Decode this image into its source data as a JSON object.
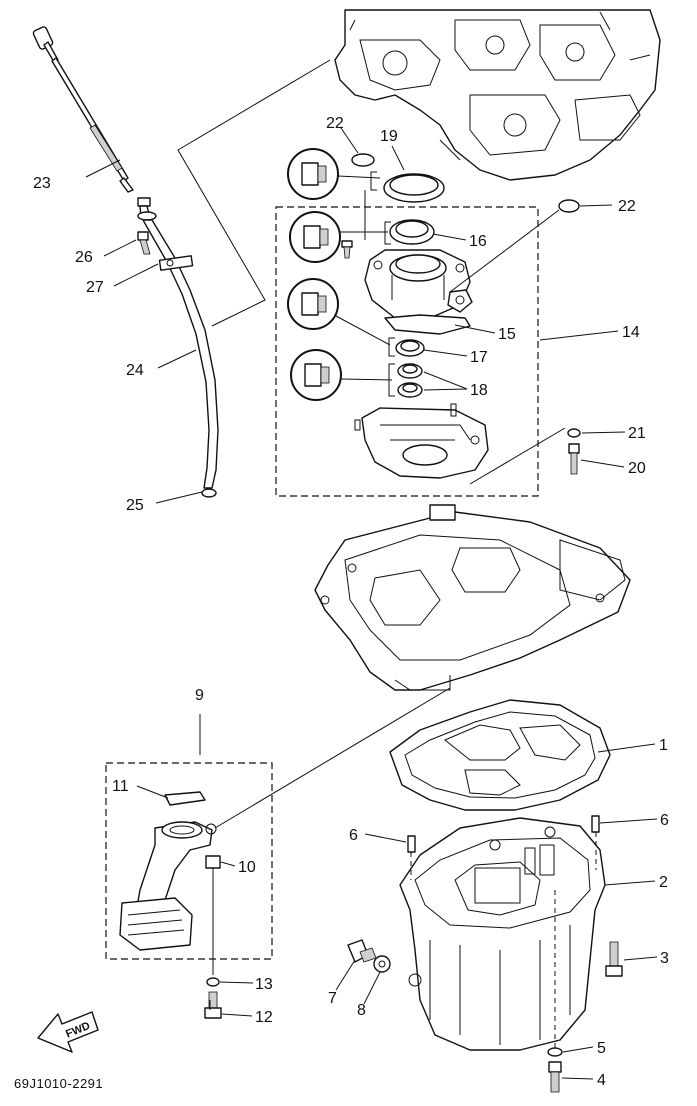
{
  "callouts": {
    "n1": "1",
    "n2": "2",
    "n3": "3",
    "n4": "4",
    "n5": "5",
    "n6a": "6",
    "n6b": "6",
    "n7": "7",
    "n8": "8",
    "n9": "9",
    "n10": "10",
    "n11": "11",
    "n12": "12",
    "n13": "13",
    "n14": "14",
    "n15": "15",
    "n16": "16",
    "n17": "17",
    "n18": "18",
    "n19": "19",
    "n20": "20",
    "n21": "21",
    "n22a": "22",
    "n22b": "22",
    "n23": "23",
    "n24": "24",
    "n25": "25",
    "n26": "26",
    "n27": "27"
  },
  "direction_label": "FWD",
  "reference_code": "69J1010-2291",
  "icons": [
    "sealant-icon",
    "fwd-arrow-icon"
  ]
}
